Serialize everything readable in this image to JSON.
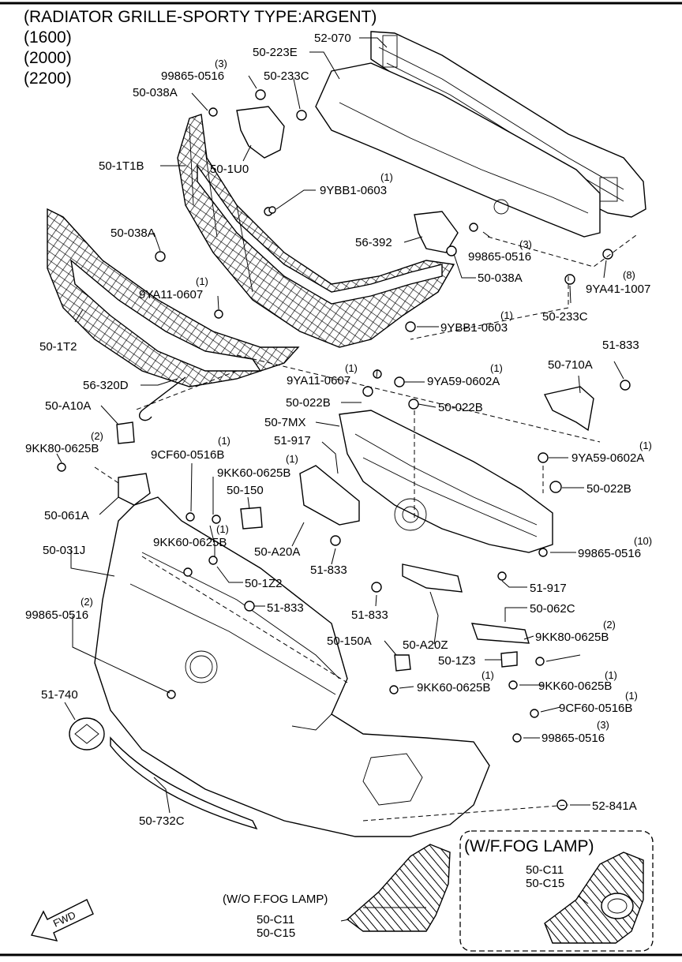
{
  "header": {
    "line1": "(RADIATOR GRILLE-SPORTY TYPE:ARGENT)",
    "line2": "(1600)",
    "line3": "(2000)",
    "line4": "(2200)"
  },
  "callouts": {
    "p52_070": "52-070",
    "p50_223E": "50-223E",
    "p99865_0516_a_qty": "(3)",
    "p99865_0516_a": "99865-0516",
    "p50_233C_a": "50-233C",
    "p50_038A_a": "50-038A",
    "p50_1T1B": "50-1T1B",
    "p50_1U0": "50-1U0",
    "p9YBB1_0603_a_qty": "(1)",
    "p9YBB1_0603_a": "9YBB1-0603",
    "p50_038A_b": "50-038A",
    "p56_392": "56-392",
    "p99865_0516_b_qty": "(3)",
    "p99865_0516_b": "99865-0516",
    "p50_038A_c": "50-038A",
    "p9YA41_1007_qty": "(8)",
    "p9YA41_1007": "9YA41-1007",
    "p9YA11_0607_a_qty": "(1)",
    "p9YA11_0607_a": "9YA11-0607",
    "p50_233C_b": "50-233C",
    "p9YBB1_0603_b_qty": "(1)",
    "p9YBB1_0603_b": "9YBB1-0603",
    "p50_1T2": "50-1T2",
    "p51_833_a": "51-833",
    "p50_710A": "50-710A",
    "p9YA11_0607_b_qty": "(1)",
    "p9YA11_0607_b": "9YA11-0607",
    "p9YA59_0602A_a_qty": "(1)",
    "p9YA59_0602A_a": "9YA59-0602A",
    "p56_320D": "56-320D",
    "p50_022B_a": "50-022B",
    "p50_022B_b": "50-022B",
    "p50_A10A": "50-A10A",
    "p50_7MX": "50-7MX",
    "p9KK80_0625B_a_qty": "(2)",
    "p9KK80_0625B_a": "9KK80-0625B",
    "p51_917_a": "51-917",
    "p9CF60_0516B_a_qty": "(1)",
    "p9CF60_0516B_a": "9CF60-0516B",
    "p9YA59_0602A_b_qty": "(1)",
    "p9YA59_0602A_b": "9YA59-0602A",
    "p9KK60_0625B_a_qty": "(1)",
    "p9KK60_0625B_a": "9KK60-0625B",
    "p50_022B_c": "50-022B",
    "p50_150": "50-150",
    "p50_061A": "50-061A",
    "p9KK60_0625B_b_qty": "(1)",
    "p9KK60_0625B_b": "9KK60-0625B",
    "p99865_0516_c_qty": "(10)",
    "p99865_0516_c": "99865-0516",
    "p50_031J": "50-031J",
    "p50_A20A": "50-A20A",
    "p51_833_b": "51-833",
    "p50_1Z2": "50-1Z2",
    "p51_917_b": "51-917",
    "p99865_0516_d_qty": "(2)",
    "p99865_0516_d": "99865-0516",
    "p51_833_c": "51-833",
    "p51_833_d": "51-833",
    "p50_062C": "50-062C",
    "p9KK80_0625B_b_qty": "(2)",
    "p9KK80_0625B_b": "9KK80-0625B",
    "p50_150A": "50-150A",
    "p50_A20Z": "50-A20Z",
    "p50_1Z3": "50-1Z3",
    "p51_740": "51-740",
    "p9KK60_0625B_c_qty": "(1)",
    "p9KK60_0625B_c": "9KK60-0625B",
    "p9KK60_0625B_d_qty": "(1)",
    "p9KK60_0625B_d": "9KK60-0625B",
    "p9CF60_0516B_b_qty": "(1)",
    "p9CF60_0516B_b": "9CF60-0516B",
    "p99865_0516_e_qty": "(3)",
    "p99865_0516_e": "99865-0516",
    "p52_841A": "52-841A",
    "p50_732C": "50-732C"
  },
  "fog_with": {
    "title": "(W/F.FOG LAMP)",
    "part1": "50-C11",
    "part2": "50-C15"
  },
  "fog_without": {
    "title": "(W/O F.FOG LAMP)",
    "part1": "50-C11",
    "part2": "50-C15"
  },
  "fwd_arrow": "FWD"
}
